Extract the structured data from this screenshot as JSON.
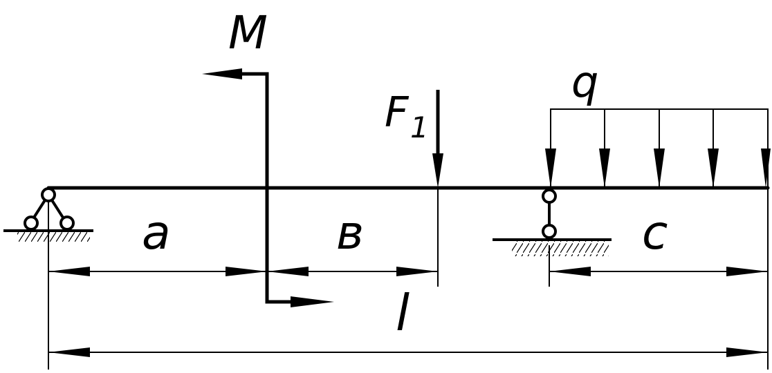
{
  "colors": {
    "ink": "#000000",
    "background": "#ffffff"
  },
  "labels": {
    "moment": "M",
    "force": "F",
    "force_subscript": "1",
    "distributed_load": "q",
    "span_a": "a",
    "span_b": "в",
    "span_c": "c",
    "length": "l"
  }
}
